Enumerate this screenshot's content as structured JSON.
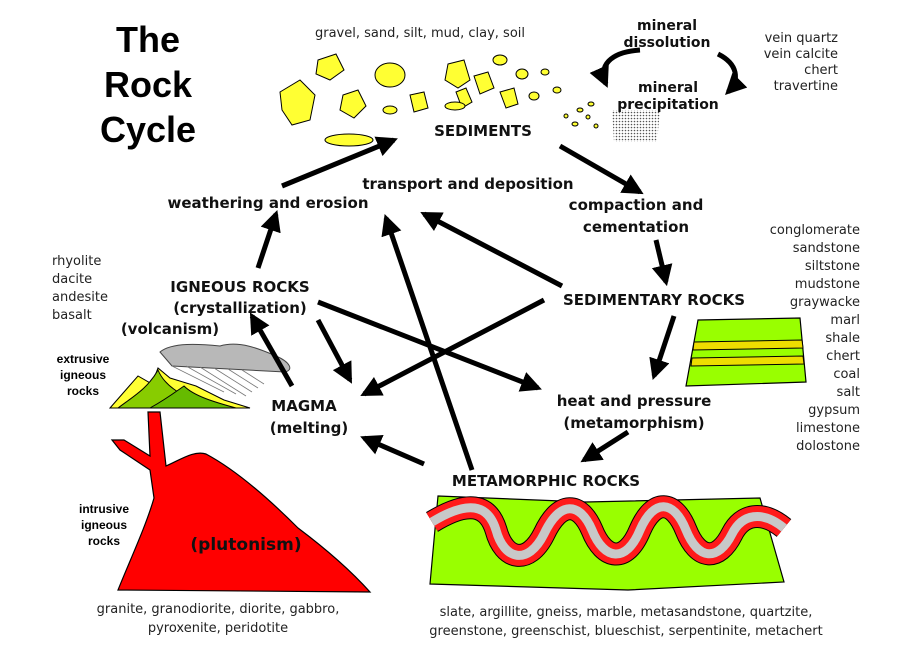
{
  "title": [
    "The",
    "Rock",
    "Cycle"
  ],
  "labels": {
    "sediments": "SEDIMENTS",
    "sediment_types": "gravel, sand, silt, mud, clay, soil",
    "mineral_dissolution": [
      "mineral",
      "dissolution"
    ],
    "mineral_precipitation": [
      "mineral",
      "precipitation"
    ],
    "chemical_list": [
      "vein quartz",
      "vein calcite",
      "chert",
      "travertine"
    ],
    "transport": "transport and deposition",
    "weathering": "weathering and erosion",
    "compaction": [
      "compaction and",
      "cementation"
    ],
    "sedimentary_rocks": "SEDIMENTARY ROCKS",
    "sedimentary_list": [
      "conglomerate",
      "sandstone",
      "siltstone",
      "mudstone",
      "graywacke",
      "marl",
      "shale",
      "chert",
      "coal",
      "salt",
      "gypsum",
      "limestone",
      "dolostone"
    ],
    "igneous_rocks": [
      "IGNEOUS ROCKS",
      "(crystallization)",
      "(volcanism)"
    ],
    "volcanic_list": [
      "rhyolite",
      "dacite",
      "andesite",
      "basalt"
    ],
    "extrusive": [
      "extrusive",
      "igneous",
      "rocks"
    ],
    "magma": [
      "MAGMA",
      "(melting)"
    ],
    "heat": [
      "heat and pressure",
      "(metamorphism)"
    ],
    "intrusive": [
      "intrusive",
      "igneous",
      "rocks"
    ],
    "plutonism": "(plutonism)",
    "metamorphic_rocks": "METAMORPHIC ROCKS",
    "plutonic_list": [
      "granite, granodiorite, diorite, gabbro,",
      "pyroxenite, peridotite"
    ],
    "metamorphic_list": [
      "slate, argillite, gneiss, marble, metasandstone, quartzite,",
      "greenstone, greenschist, blueschist, serpentinite, metachert"
    ]
  },
  "colors": {
    "sediment_yellow": "#ffff33",
    "magma_red": "#ff0000",
    "strata_green": "#99ff00",
    "metamorphic_gray": "#c8c8c8",
    "cloud_gray": "#b8b8b8",
    "arrow": "#000000"
  }
}
